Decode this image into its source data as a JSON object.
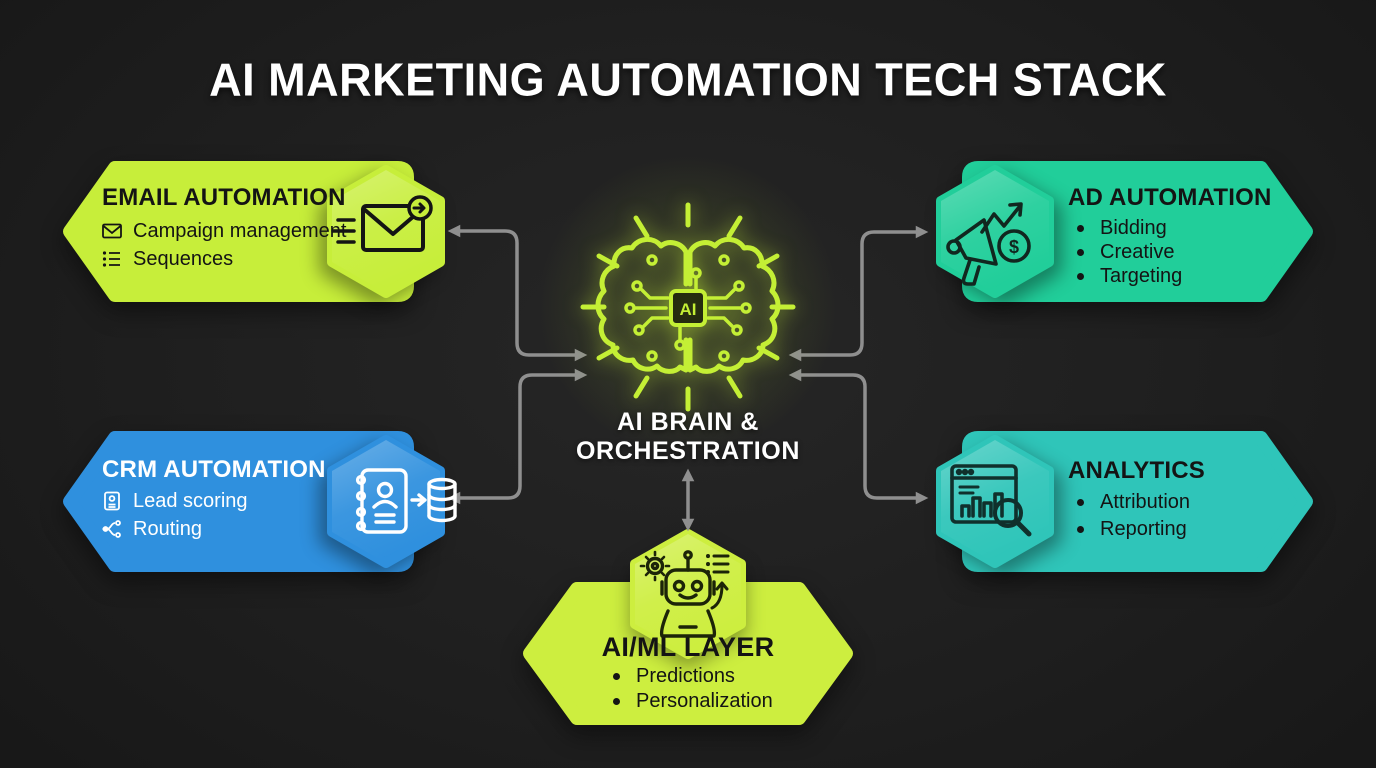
{
  "title": "AI MARKETING AUTOMATION TECH STACK",
  "colors": {
    "background": "#1f1f1f",
    "lime": "#c7ee3a",
    "green": "#21ce9a",
    "blue": "#2f90de",
    "teal": "#2fc5b9",
    "aiml_lime": "#cdee3f",
    "arrow_gray": "#8f8f8f",
    "brain_green": "#c4ef35"
  },
  "center": {
    "icon": "circuit-brain-icon",
    "chip_label": "AI",
    "label_line1": "AI BRAIN &",
    "label_line2": "ORCHESTRATION"
  },
  "nodes": {
    "email": {
      "title": "EMAIL AUTOMATION",
      "color": "#c7ee3a",
      "icon": "envelope-send-icon",
      "items": [
        {
          "icon": "envelope-icon",
          "label": "Campaign management"
        },
        {
          "icon": "sequence-list-icon",
          "label": "Sequences"
        }
      ]
    },
    "ad": {
      "title": "AD AUTOMATION",
      "color": "#21ce9a",
      "icon": "megaphone-growth-dollar-icon",
      "items": [
        "Bidding",
        "Creative",
        "Targeting"
      ]
    },
    "crm": {
      "title": "CRM AUTOMATION",
      "color": "#2f90de",
      "icon": "contact-book-database-icon",
      "items": [
        {
          "icon": "id-badge-icon",
          "label": "Lead scoring"
        },
        {
          "icon": "route-split-icon",
          "label": "Routing"
        }
      ]
    },
    "analytics": {
      "title": "ANALYTICS",
      "color": "#2fc5b9",
      "icon": "dashboard-magnifier-icon",
      "items": [
        "Attribution",
        "Reporting"
      ]
    },
    "aiml": {
      "title": "AI/ML LAYER",
      "color": "#cdee3f",
      "icon": "robot-icon",
      "items": [
        "Predictions",
        "Personalization"
      ]
    }
  }
}
